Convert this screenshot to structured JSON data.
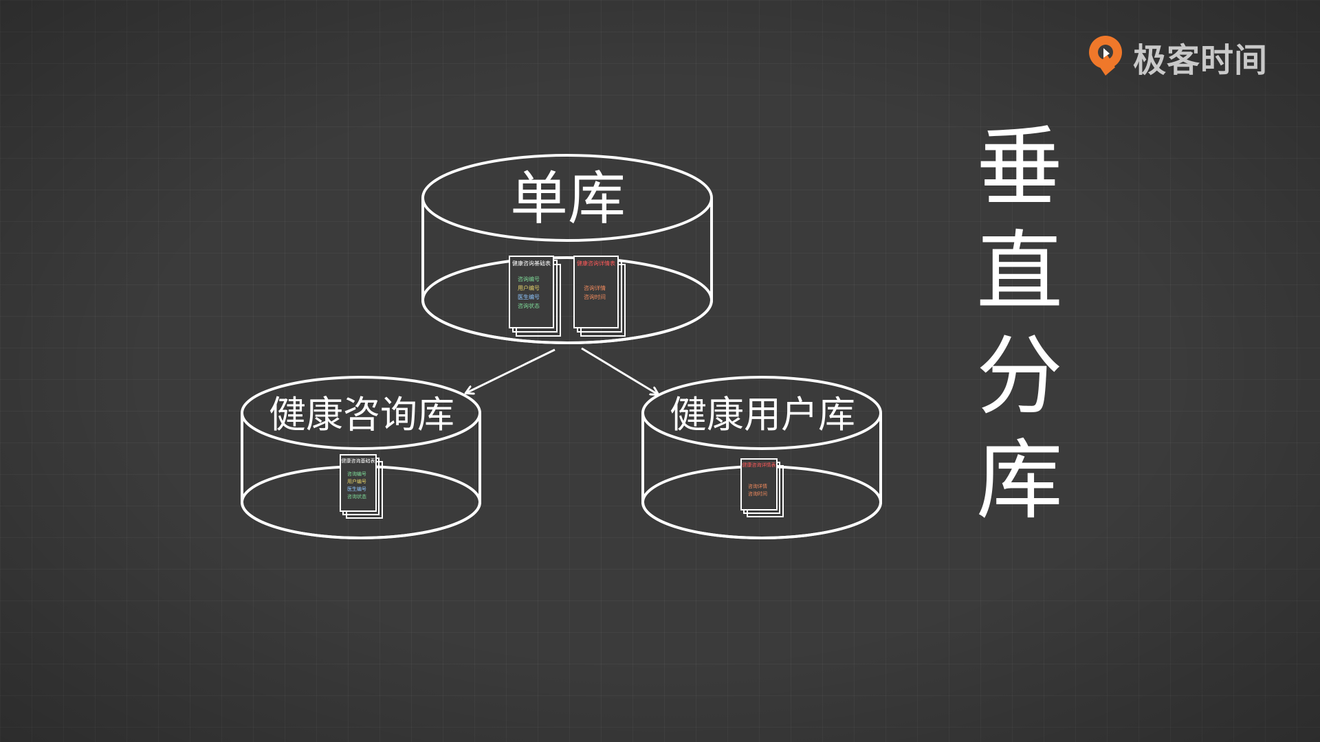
{
  "brand": {
    "name": "极客时间",
    "accent_color": "#f0782a",
    "icon": "geektime-logo-icon"
  },
  "title": {
    "chars": [
      "垂",
      "直",
      "分",
      "库"
    ]
  },
  "colors": {
    "background": "#3b3b3b",
    "stroke": "#ffffff",
    "field_green": "#7fdc9a",
    "field_yellow": "#e6d36a",
    "field_blue": "#8fc7ff",
    "field_orange": "#f08a5d",
    "title_red": "#ff5a5a"
  },
  "databases": {
    "single": {
      "label": "单库",
      "tables": [
        {
          "title": "健康咨询基础表",
          "title_color": "white",
          "fields": [
            {
              "text": "咨询编号",
              "color": "green"
            },
            {
              "text": "用户编号",
              "color": "yellow"
            },
            {
              "text": "医生编号",
              "color": "blue"
            },
            {
              "text": "咨询状态",
              "color": "green"
            }
          ]
        },
        {
          "title": "健康咨询详情表",
          "title_color": "red",
          "fields": [
            {
              "text": "咨询详情",
              "color": "orange"
            },
            {
              "text": "咨询时间",
              "color": "orange"
            }
          ]
        }
      ]
    },
    "consult": {
      "label": "健康咨询库",
      "tables": [
        {
          "title": "健康咨询基础表",
          "title_color": "white",
          "fields": [
            {
              "text": "咨询编号",
              "color": "green"
            },
            {
              "text": "用户编号",
              "color": "yellow"
            },
            {
              "text": "医生编号",
              "color": "blue"
            },
            {
              "text": "咨询状态",
              "color": "green"
            }
          ]
        }
      ]
    },
    "user": {
      "label": "健康用户库",
      "tables": [
        {
          "title": "健康咨询详情表",
          "title_color": "red",
          "fields": [
            {
              "text": "咨询详情",
              "color": "orange"
            },
            {
              "text": "咨询时间",
              "color": "orange"
            }
          ]
        }
      ]
    }
  }
}
